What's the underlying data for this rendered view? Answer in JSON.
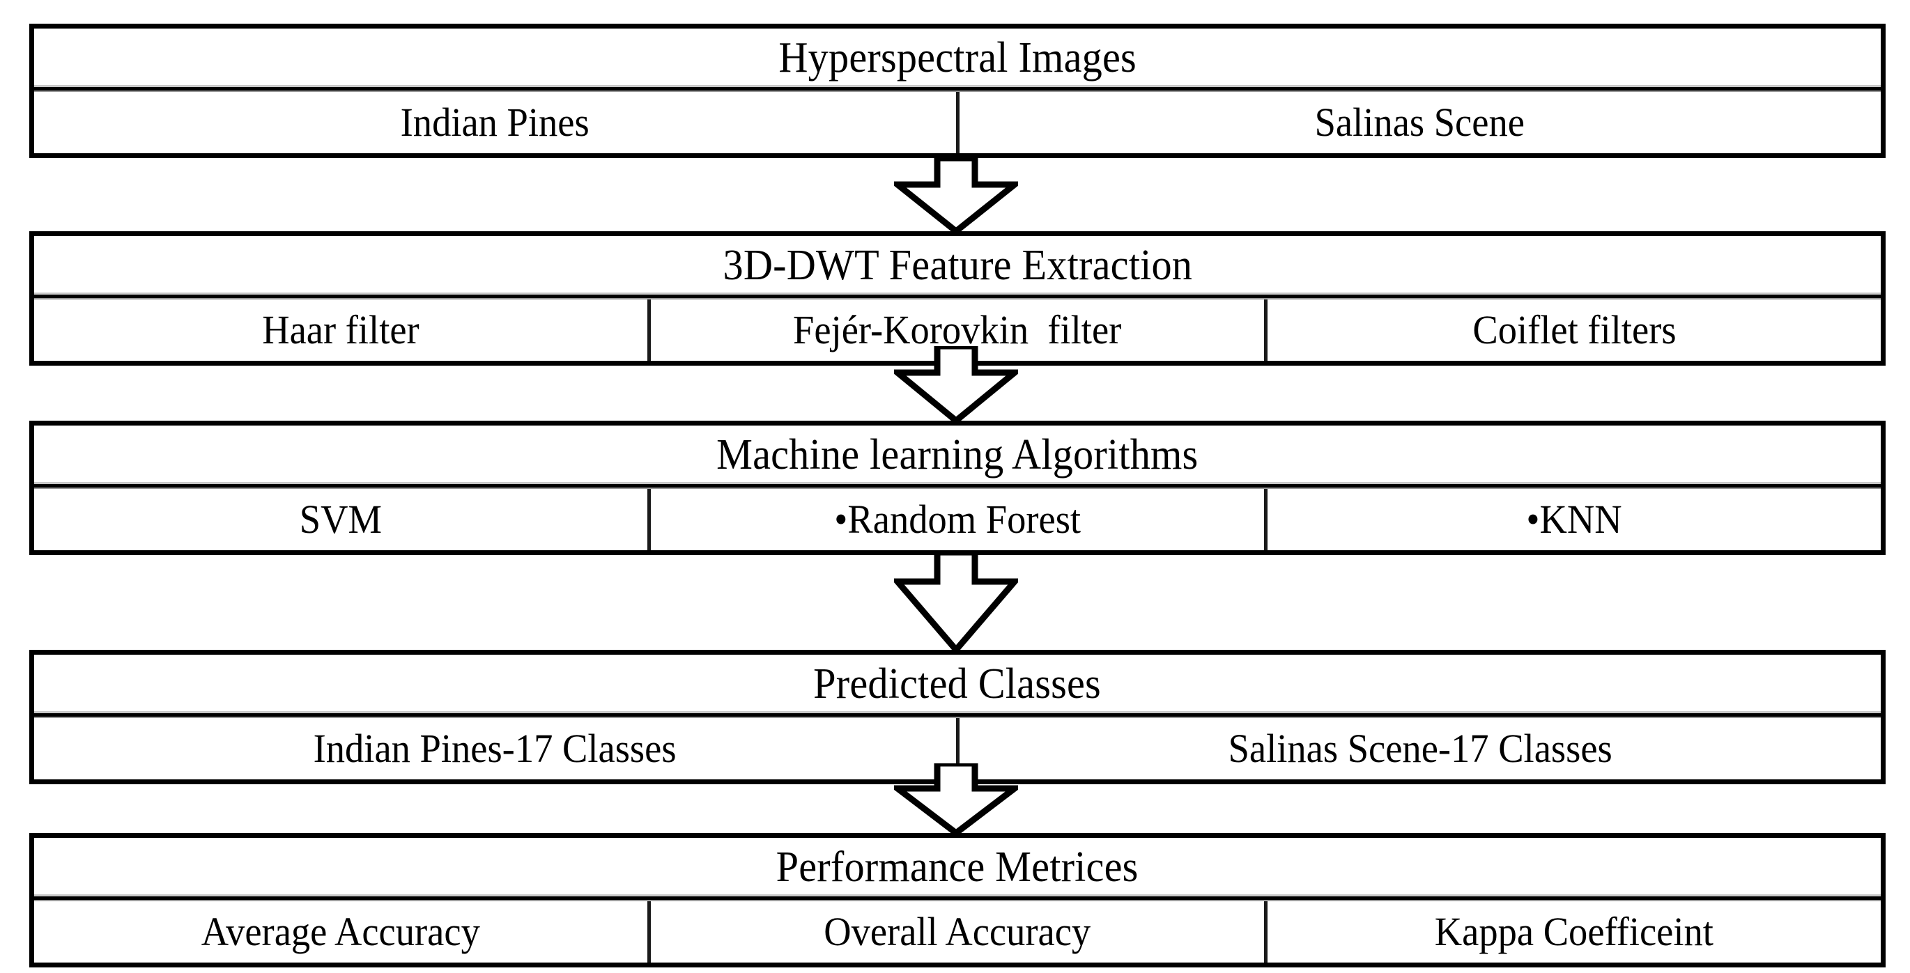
{
  "diagram": {
    "title": "Hyperspectral image classification pipeline",
    "colors": {
      "border": "#000000",
      "divider": "#1a1a1a",
      "inner_shadow": "#c9c9c9",
      "background": "#ffffff"
    },
    "blocks": [
      {
        "id": "hyperspectral-images",
        "title": "Hyperspectral Images",
        "cells": [
          {
            "label": "Indian Pines"
          },
          {
            "label": "Salinas Scene"
          }
        ]
      },
      {
        "id": "feature-extraction",
        "title": "3D-DWT Feature Extraction",
        "cells": [
          {
            "label": "Haar filter"
          },
          {
            "label": "Fejér-Korovkin  filter"
          },
          {
            "label": "Coiflet filters"
          }
        ]
      },
      {
        "id": "machine-learning-algorithms",
        "title": "Machine learning Algorithms",
        "cells": [
          {
            "label": "SVM"
          },
          {
            "label": "•Random Forest"
          },
          {
            "label": "•KNN"
          }
        ]
      },
      {
        "id": "predicted-classes",
        "title": "Predicted Classes",
        "cells": [
          {
            "label": "Indian Pines-17 Classes"
          },
          {
            "label": "Salinas Scene-17 Classes"
          }
        ]
      },
      {
        "id": "performance-metrices",
        "title": "Performance Metrices",
        "cells": [
          {
            "label": "Average Accuracy"
          },
          {
            "label": "Overall Accuracy"
          },
          {
            "label": "Kappa Coefficeint"
          }
        ]
      }
    ],
    "arrows": [
      {
        "id": "arrow-images-to-features",
        "icon": "down-block-arrow-icon"
      },
      {
        "id": "arrow-features-to-ml",
        "icon": "down-block-arrow-icon"
      },
      {
        "id": "arrow-ml-to-predictions",
        "icon": "down-block-arrow-icon"
      },
      {
        "id": "arrow-predictions-to-metrics",
        "icon": "down-block-arrow-icon"
      }
    ]
  }
}
